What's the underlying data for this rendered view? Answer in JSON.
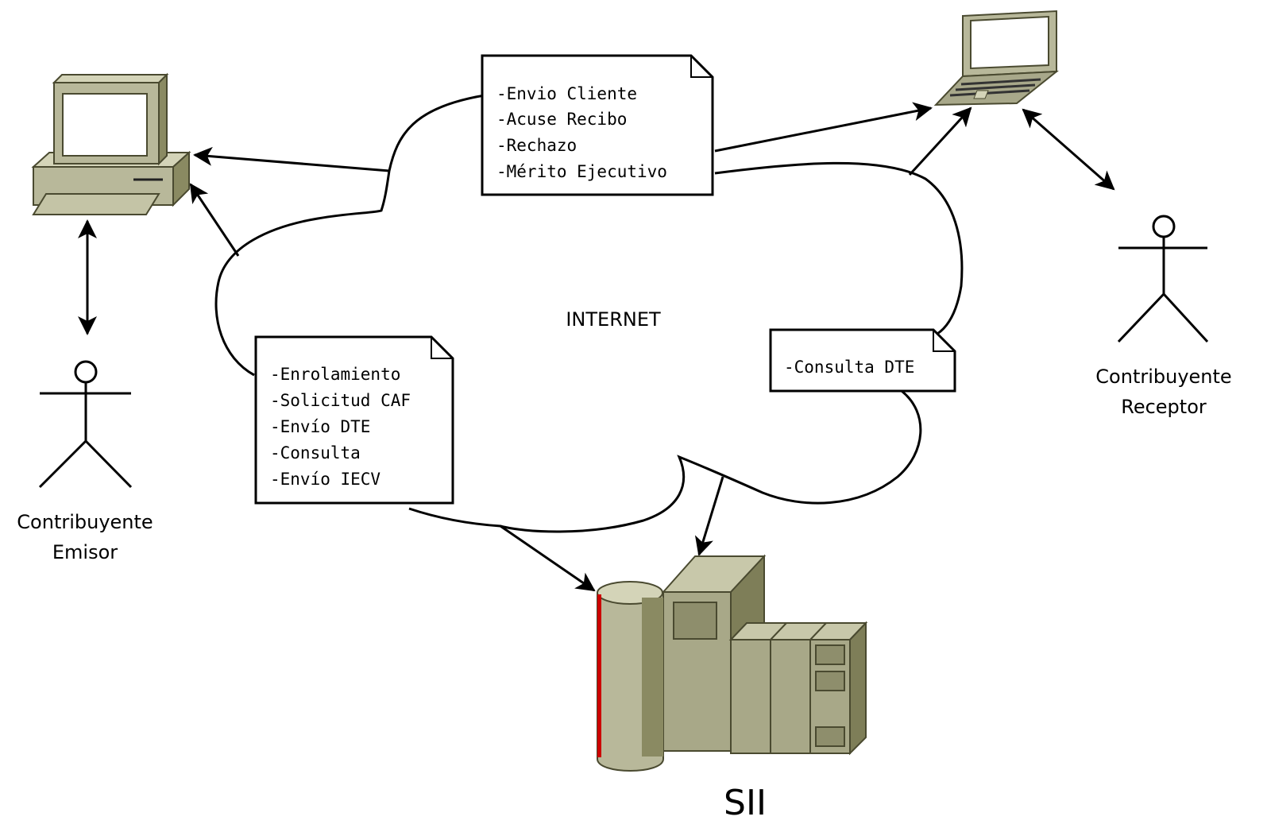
{
  "cloud_label": "INTERNET",
  "notes": {
    "top": [
      "-Envio Cliente",
      "-Acuse Recibo",
      "-Rechazo",
      "-Mérito Ejecutivo"
    ],
    "left": [
      "-Enrolamiento",
      "-Solicitud CAF",
      "-Envío DTE",
      "-Consulta",
      "-Envío IECV"
    ],
    "right": [
      "-Consulta DTE"
    ]
  },
  "actors": {
    "emisor": {
      "line1": "Contribuyente",
      "line2": "Emisor"
    },
    "receptor": {
      "line1": "Contribuyente",
      "line2": "Receptor"
    }
  },
  "server_label": "SII",
  "icons": [
    "desktop-computer-icon",
    "laptop-icon",
    "server-icon",
    "actor-icon"
  ],
  "colors": {
    "device_fill": "#b8b89a",
    "device_dark": "#8a8a62",
    "accent_red": "#cc0000"
  }
}
